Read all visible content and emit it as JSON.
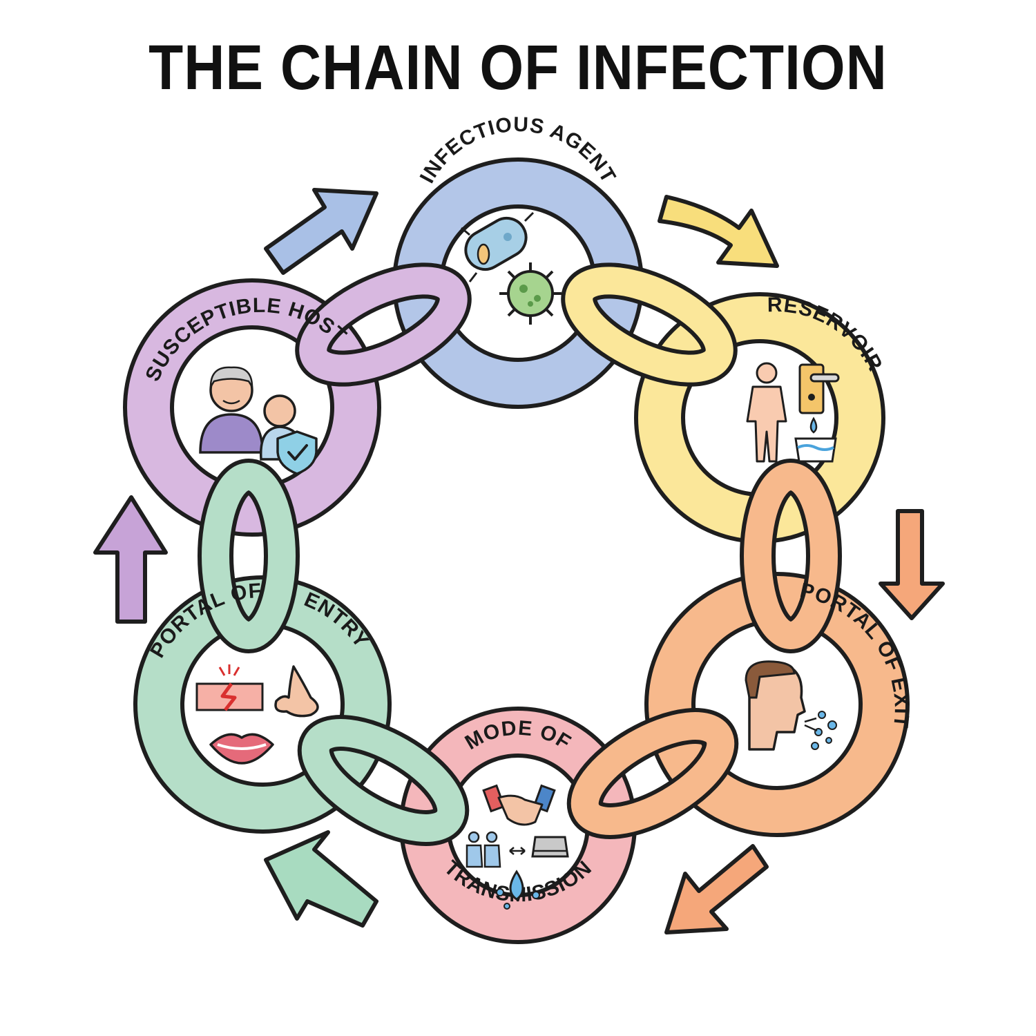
{
  "title": "THE CHAIN OF INFECTION",
  "colors": {
    "agent": "#b3c6e8",
    "reservoir": "#fbe79a",
    "exit": "#f7b98c",
    "transmission": "#f4b7bb",
    "entry": "#b5dec8",
    "host": "#d8b8e0",
    "outline": "#1e1e1e"
  },
  "links": [
    {
      "id": "agent",
      "label": "INFECTIOUS AGENT",
      "icons": [
        "bacteria-icon",
        "virus-icon"
      ]
    },
    {
      "id": "reservoir",
      "label": "RESERVOIR",
      "icons": [
        "person-icon",
        "door-handle-icon",
        "water-basin-icon"
      ]
    },
    {
      "id": "exit",
      "label": "PORTAL OF EXIT",
      "icons": [
        "sneezing-person-icon"
      ]
    },
    {
      "id": "transmission",
      "label_top": "MODE OF",
      "label_bottom": "TRANSMISSION",
      "icons": [
        "handshake-icon",
        "people-contact-icon",
        "device-icon",
        "water-drop-icon"
      ]
    },
    {
      "id": "entry",
      "label_left": "PORTAL OF",
      "label_right": "ENTRY",
      "icons": [
        "broken-skin-icon",
        "nose-icon",
        "lips-icon"
      ]
    },
    {
      "id": "host",
      "label": "SUSCEPTIBLE HOST",
      "icons": [
        "elderly-person-icon",
        "baby-icon",
        "shield-check-icon"
      ]
    }
  ]
}
